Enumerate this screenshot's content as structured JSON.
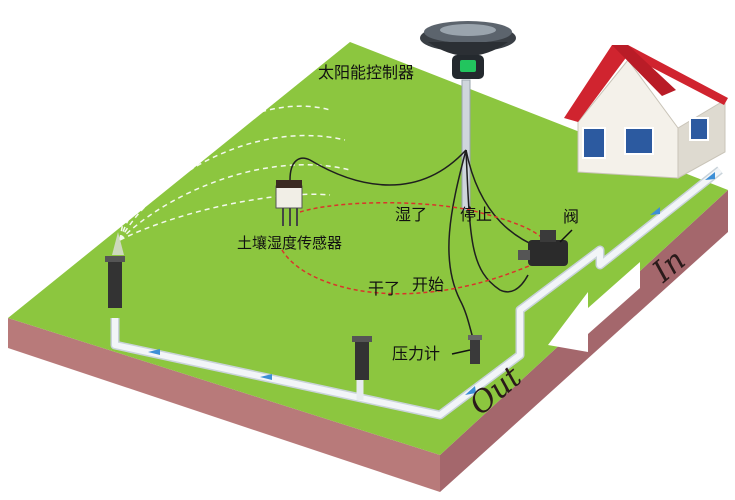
{
  "labels": {
    "solar_controller": "太阳能控制器",
    "soil_sensor": "土壤湿度传感器",
    "wet": "湿了",
    "stop": "停止",
    "dry": "干了",
    "start": "开始",
    "valve": "阀",
    "pressure_gauge": "压力计",
    "out": "Out",
    "in": "In"
  },
  "colors": {
    "grass": "#8cc63f",
    "soil_side": "#b87a7a",
    "soil_side_dark": "#9a5f63",
    "pipe": "#e9eef2",
    "flow_arrow": "#3d8fd6",
    "feedback_curve": "#d9342b",
    "roof": "#d0242f",
    "house_wall": "#f4f1ea",
    "window": "#2c5aa0",
    "controller_light": "#22c55e"
  },
  "icons": {
    "house": "house-icon",
    "controller": "solar-controller-icon",
    "sensor": "soil-sensor-icon",
    "valve": "valve-icon",
    "gauge": "pressure-gauge-icon",
    "sprinkler": "sprinkler-icon",
    "big_arrow": "big-left-arrow-icon"
  }
}
